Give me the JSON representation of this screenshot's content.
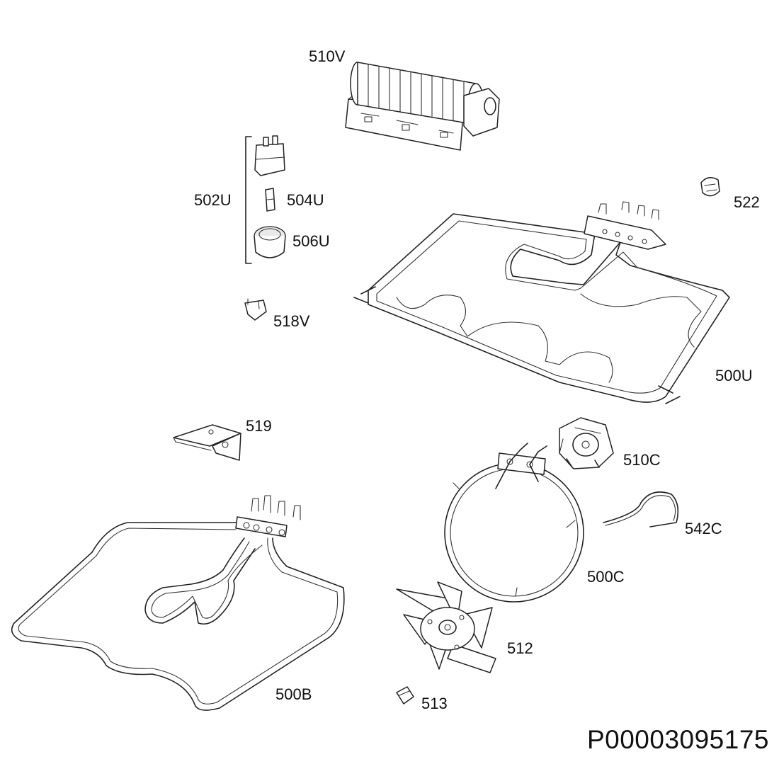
{
  "diagram": {
    "document_code": "P00003095175",
    "parts": [
      {
        "id": "510V"
      },
      {
        "id": "502U"
      },
      {
        "id": "504U"
      },
      {
        "id": "506U"
      },
      {
        "id": "522"
      },
      {
        "id": "518V"
      },
      {
        "id": "500U"
      },
      {
        "id": "519"
      },
      {
        "id": "510C"
      },
      {
        "id": "542C"
      },
      {
        "id": "500C"
      },
      {
        "id": "512"
      },
      {
        "id": "500B"
      },
      {
        "id": "513"
      }
    ]
  }
}
